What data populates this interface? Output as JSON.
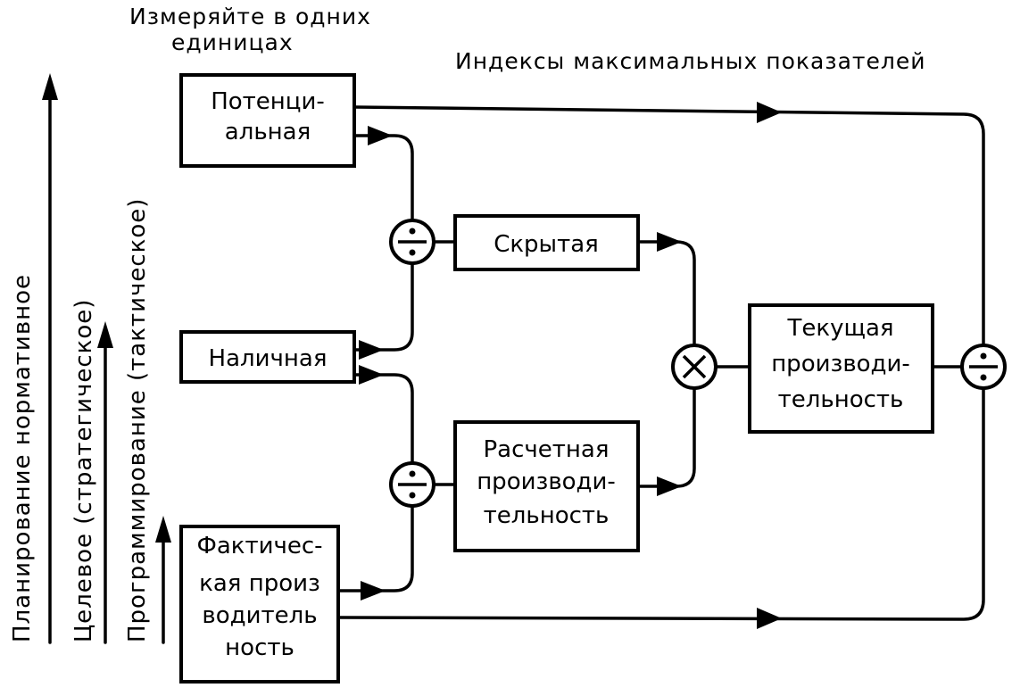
{
  "header": {
    "measure_line1": "Измеряйте в одних",
    "measure_line2": "единицах",
    "indices": "Индексы максимальных показателей"
  },
  "axes": {
    "planning": "Планирование нормативное",
    "target": "Целевое (стратегическое)",
    "programming": "Программирование (тактическое)"
  },
  "boxes": {
    "potential": [
      "Потенци-",
      "альная"
    ],
    "cash": [
      "Наличная"
    ],
    "actual": [
      "Фактичес-",
      "кая произ",
      "водитель",
      "ность"
    ],
    "hidden": [
      "Скрытая"
    ],
    "calculated": [
      "Расчетная",
      "производи-",
      "тельность"
    ],
    "current": [
      "Текущая",
      "производи-",
      "тельность"
    ]
  },
  "operators": {
    "divide": "divide-symbol",
    "multiply": "multiply-symbol"
  },
  "colors": {
    "ink": "#000000",
    "paper": "#ffffff"
  }
}
